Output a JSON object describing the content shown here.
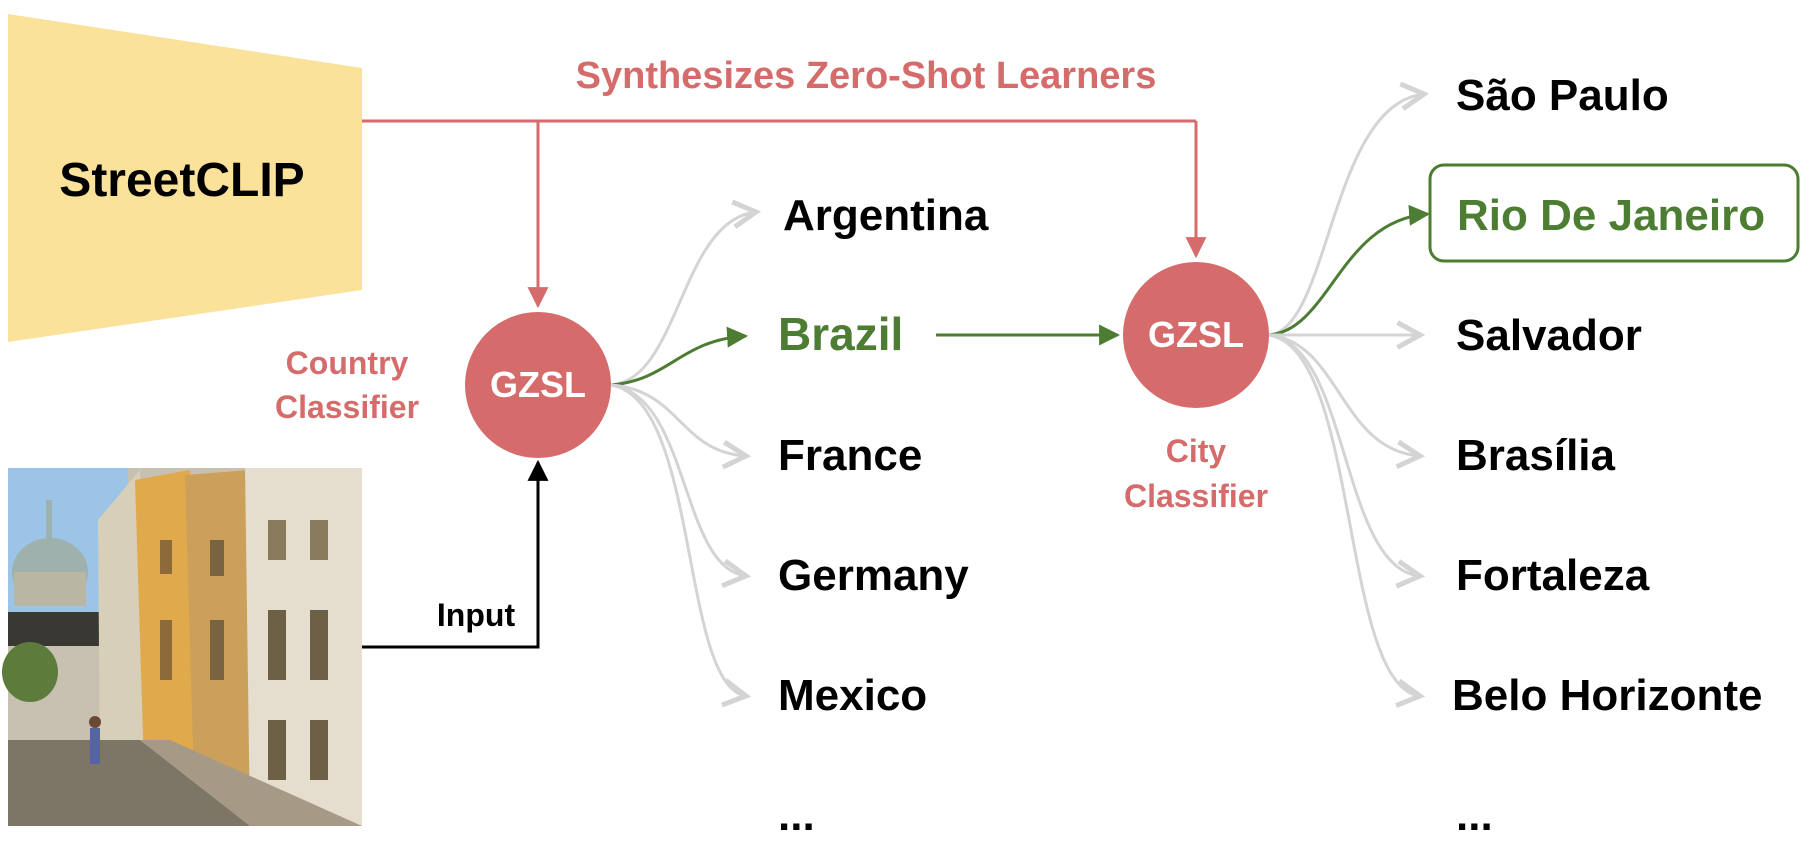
{
  "model": {
    "name": "StreetCLIP",
    "fill": "#fae29a"
  },
  "synth_label": "Synthesizes Zero-Shot Learners",
  "input_label": "Input",
  "country_classifier": {
    "node_label": "GZSL",
    "caption_line1": "Country",
    "caption_line2": "Classifier"
  },
  "city_classifier": {
    "node_label": "GZSL",
    "caption_line1": "City",
    "caption_line2": "Classifier"
  },
  "countries": [
    "Argentina",
    "Brazil",
    "France",
    "Germany",
    "Mexico",
    "..."
  ],
  "selected_country": "Brazil",
  "cities": [
    "São Paulo",
    "Rio De Janeiro",
    "Salvador",
    "Brasília",
    "Fortaleza",
    "Belo Horizonte",
    "..."
  ],
  "selected_city": "Rio De Janeiro",
  "colors": {
    "accent_red": "#d66b6b",
    "node_fill": "#d66b6b",
    "selected_green": "#4c7d32",
    "gray_arrow": "#d4d4d4",
    "text": "#000000"
  }
}
